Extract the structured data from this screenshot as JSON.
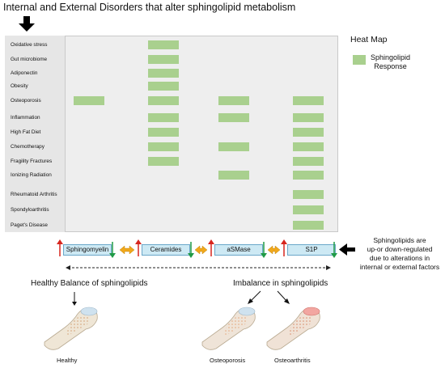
{
  "title": "Internal and External Disorders that alter sphingolipid metabolism",
  "heatmap": {
    "rows": [
      "Oxidative stress",
      "Gut microbiome",
      "Adiponectin",
      "Obesity",
      "Osteoporosis",
      "Inflammation",
      "High Fat Diet",
      "Chemotherapy",
      "Fragility Fractures",
      "Ionizing Radiation",
      "Rheumatoid Arthritis",
      "Spondyloarthritis",
      "Paget's Disease"
    ],
    "columns": [
      "Sphingomyelin",
      "Ceramides",
      "aSMase",
      "S1P"
    ],
    "response": [
      [
        0,
        1,
        0,
        0
      ],
      [
        0,
        1,
        0,
        0
      ],
      [
        0,
        1,
        0,
        0
      ],
      [
        0,
        1,
        0,
        0
      ],
      [
        1,
        1,
        1,
        1
      ],
      [
        0,
        1,
        1,
        1
      ],
      [
        0,
        1,
        0,
        1
      ],
      [
        0,
        1,
        1,
        1
      ],
      [
        0,
        1,
        0,
        1
      ],
      [
        0,
        0,
        1,
        1
      ],
      [
        0,
        0,
        0,
        1
      ],
      [
        0,
        0,
        0,
        1
      ],
      [
        0,
        0,
        0,
        1
      ]
    ]
  },
  "legend": {
    "title": "Heat Map",
    "label_line1": "Sphingolipid",
    "label_line2": "Response",
    "color": "#a9d08e"
  },
  "sphingolipids": [
    "Sphingomyelin",
    "Ceramides",
    "aSMase",
    "S1P"
  ],
  "regulation_text": [
    "Sphingolipids are",
    "up-or down-regulated",
    "due to alterations in",
    "internal or external factors"
  ],
  "healthy_heading": "Healthy Balance of sphingolipids",
  "imbalance_heading": "Imbalance in sphingolipids",
  "bones": [
    "Healthy",
    "Osteoporosis",
    "Osteoarthritis"
  ],
  "colors": {
    "up": "#d7261e",
    "down": "#1f9a46",
    "exchange": "#f0a81c",
    "pill": "#cde9f4"
  }
}
